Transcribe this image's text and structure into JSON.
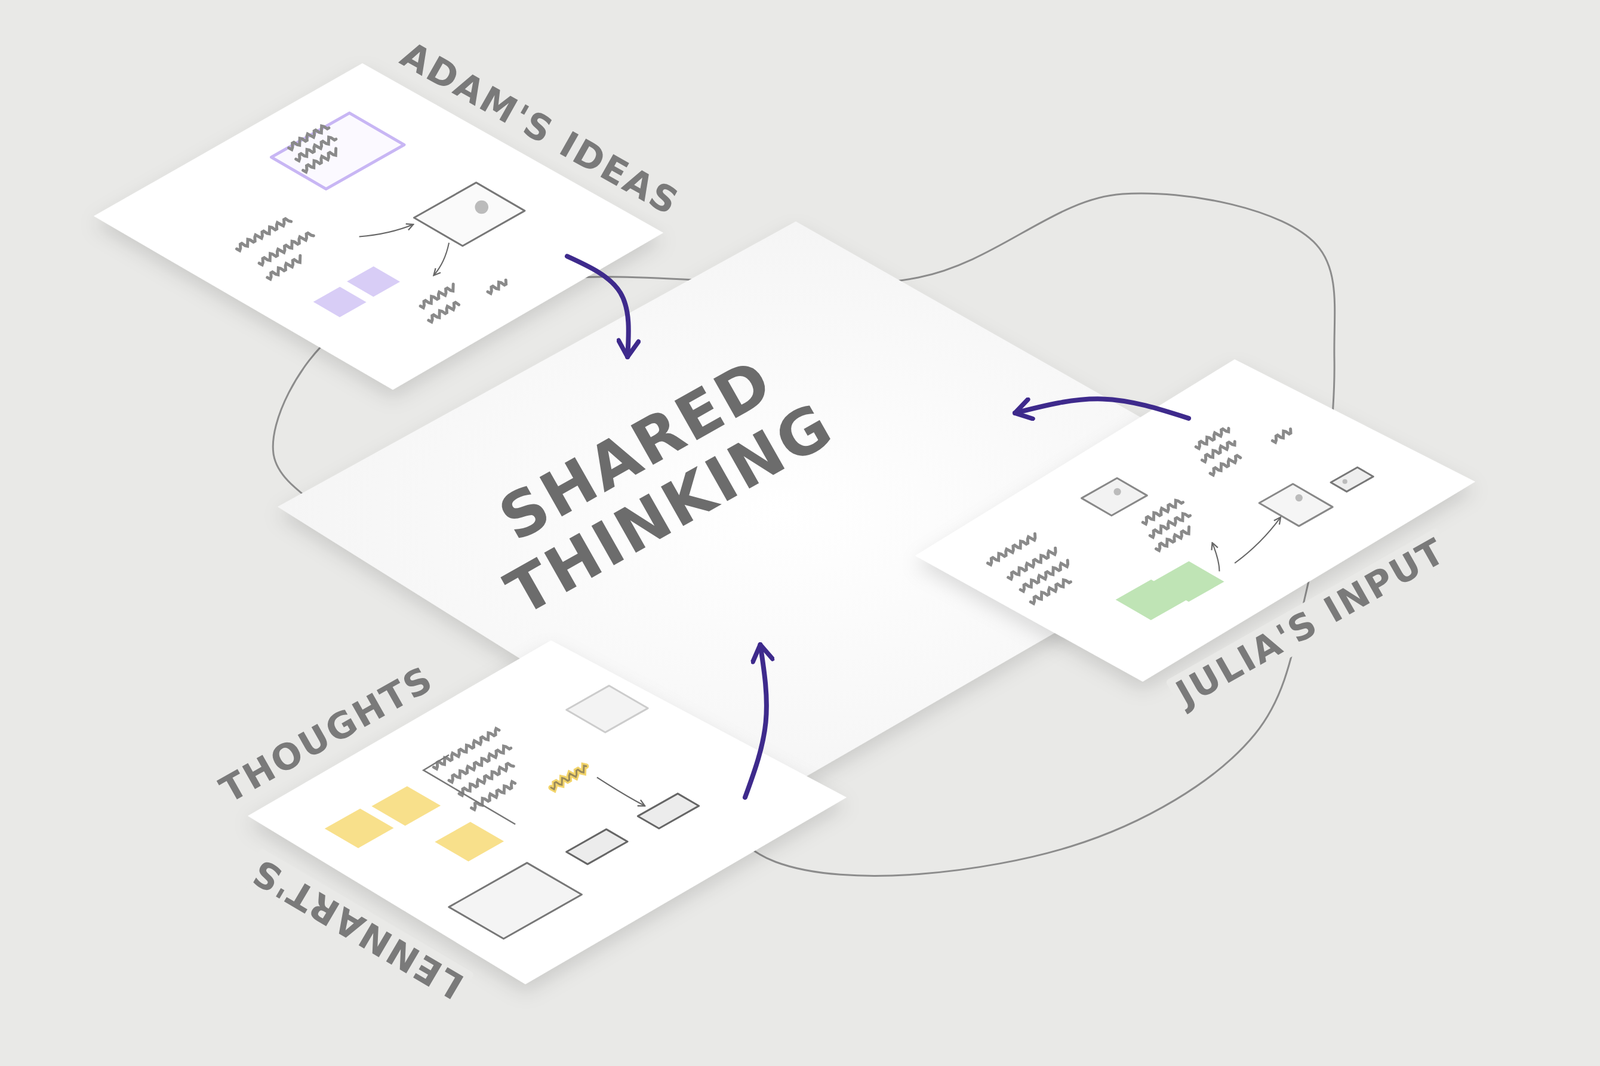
{
  "diagram": {
    "nodes": [
      {
        "text": [
          "ADAM'S IDEAS"
        ]
      },
      {
        "text": [
          "SHARED THINKING"
        ]
      },
      {
        "text": [
          "JULIA'S INPUT"
        ]
      },
      {
        "text": [
          "LENNART'S",
          "THOUGHTS"
        ]
      }
    ],
    "edges": [
      {
        "from": 0,
        "to": 1,
        "arrow": "to"
      },
      {
        "from": 2,
        "to": 1,
        "arrow": "to"
      },
      {
        "from": 3,
        "to": 1,
        "arrow": "to"
      }
    ]
  }
}
